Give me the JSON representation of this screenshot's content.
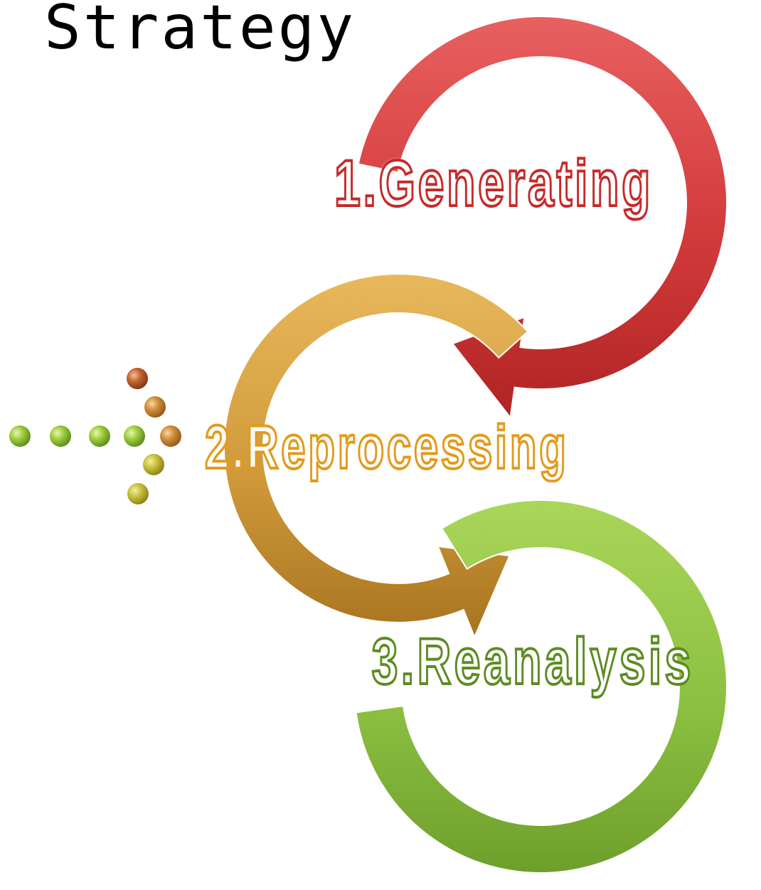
{
  "title": "Strategy",
  "steps": [
    {
      "label": "1.Generating",
      "color": "#d94040"
    },
    {
      "label": "2.Reprocessing",
      "color": "#d69a3a"
    },
    {
      "label": "3.Reanalysis",
      "color": "#8cc041"
    }
  ],
  "pointer_dots": {
    "colors": [
      "#8fbf3a",
      "#c9c23a",
      "#c98a3a",
      "#b5542a"
    ]
  }
}
